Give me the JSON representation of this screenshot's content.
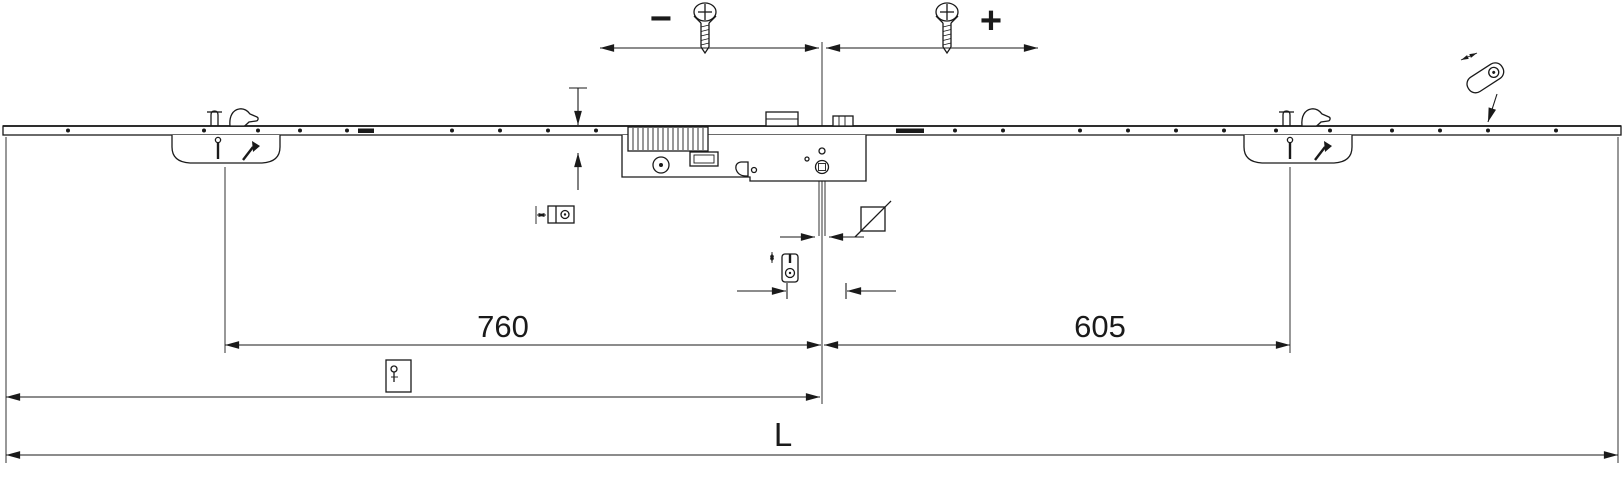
{
  "diagram": {
    "kind": "technical-drawing",
    "labels": {
      "adjust_minus": "−",
      "adjust_plus": "+",
      "dim_left_of_center": "760",
      "dim_right_of_center": "605",
      "overall_length": "L"
    },
    "colors": {
      "line": "#1a1a1a",
      "background": "#ffffff"
    }
  }
}
